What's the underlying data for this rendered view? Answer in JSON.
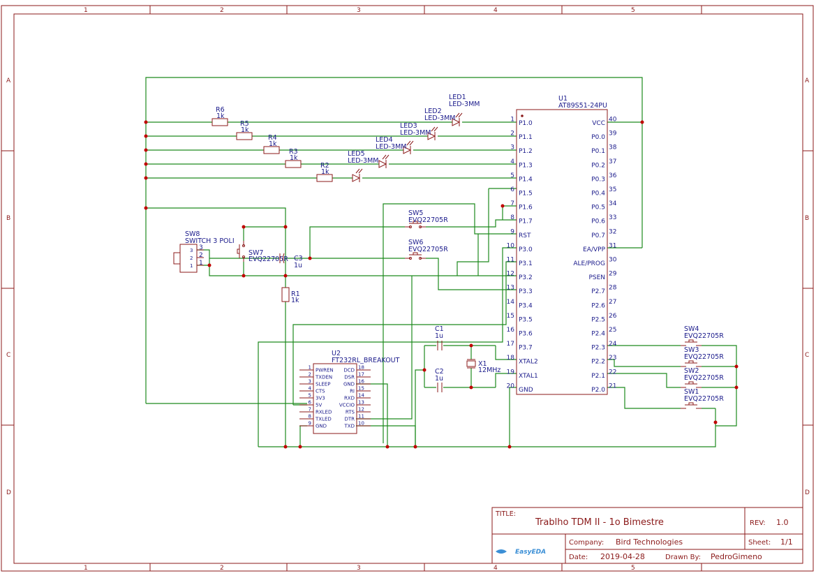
{
  "frame": {
    "columns": [
      "1",
      "2",
      "3",
      "4",
      "5"
    ],
    "rows": [
      "A",
      "B",
      "C",
      "D"
    ]
  },
  "title_block": {
    "title_label": "TITLE:",
    "title": "Trablho TDM II - 1o Bimestre",
    "rev_label": "REV:",
    "rev": "1.0",
    "company_label": "Company:",
    "company": "Bird Technologies",
    "sheet_label": "Sheet:",
    "sheet": "1/1",
    "date_label": "Date:",
    "date": "2019-04-28",
    "drawn_label": "Drawn By:",
    "drawn_by": "PedroGimeno",
    "logo": "EasyEDA"
  },
  "u1": {
    "ref": "U1",
    "part": "AT89S51-24PU",
    "left_pins": [
      {
        "num": "1",
        "name": "P1.0"
      },
      {
        "num": "2",
        "name": "P1.1"
      },
      {
        "num": "3",
        "name": "P1.2"
      },
      {
        "num": "4",
        "name": "P1.3"
      },
      {
        "num": "5",
        "name": "P1.4"
      },
      {
        "num": "6",
        "name": "P1.5"
      },
      {
        "num": "7",
        "name": "P1.6"
      },
      {
        "num": "8",
        "name": "P1.7"
      },
      {
        "num": "9",
        "name": "RST"
      },
      {
        "num": "10",
        "name": "P3.0"
      },
      {
        "num": "11",
        "name": "P3.1"
      },
      {
        "num": "12",
        "name": "P3.2"
      },
      {
        "num": "13",
        "name": "P3.3"
      },
      {
        "num": "14",
        "name": "P3.4"
      },
      {
        "num": "15",
        "name": "P3.5"
      },
      {
        "num": "16",
        "name": "P3.6"
      },
      {
        "num": "17",
        "name": "P3.7"
      },
      {
        "num": "18",
        "name": "XTAL2"
      },
      {
        "num": "19",
        "name": "XTAL1"
      },
      {
        "num": "20",
        "name": "GND"
      }
    ],
    "right_pins": [
      {
        "num": "40",
        "name": "VCC"
      },
      {
        "num": "39",
        "name": "P0.0"
      },
      {
        "num": "38",
        "name": "P0.1"
      },
      {
        "num": "37",
        "name": "P0.2"
      },
      {
        "num": "36",
        "name": "P0.3"
      },
      {
        "num": "35",
        "name": "P0.4"
      },
      {
        "num": "34",
        "name": "P0.5"
      },
      {
        "num": "33",
        "name": "P0.6"
      },
      {
        "num": "32",
        "name": "P0.7"
      },
      {
        "num": "31",
        "name": "EA/VPP"
      },
      {
        "num": "30",
        "name": "ALE/PROG"
      },
      {
        "num": "29",
        "name": "PSEN"
      },
      {
        "num": "28",
        "name": "P2.7"
      },
      {
        "num": "27",
        "name": "P2.6"
      },
      {
        "num": "26",
        "name": "P2.5"
      },
      {
        "num": "25",
        "name": "P2.4"
      },
      {
        "num": "24",
        "name": "P2.3"
      },
      {
        "num": "23",
        "name": "P2.2"
      },
      {
        "num": "22",
        "name": "P2.1"
      },
      {
        "num": "21",
        "name": "P2.0"
      }
    ]
  },
  "u2": {
    "ref": "U2",
    "part": "FT232RL_BREAKOUT",
    "left_pins": [
      {
        "num": "1",
        "name": "PWREN"
      },
      {
        "num": "2",
        "name": "TXDEN"
      },
      {
        "num": "3",
        "name": "SLEEP"
      },
      {
        "num": "4",
        "name": "CTS"
      },
      {
        "num": "5",
        "name": "3V3"
      },
      {
        "num": "6",
        "name": "5V"
      },
      {
        "num": "7",
        "name": "RXLED"
      },
      {
        "num": "8",
        "name": "TXLED"
      },
      {
        "num": "9",
        "name": "GND"
      }
    ],
    "right_pins": [
      {
        "num": "18",
        "name": "DCD"
      },
      {
        "num": "17",
        "name": "DSR"
      },
      {
        "num": "16",
        "name": "GND"
      },
      {
        "num": "15",
        "name": "RI"
      },
      {
        "num": "14",
        "name": "RXD"
      },
      {
        "num": "13",
        "name": "VCCIO"
      },
      {
        "num": "12",
        "name": "RTS"
      },
      {
        "num": "11",
        "name": "DTR"
      },
      {
        "num": "10",
        "name": "TXD"
      }
    ]
  },
  "resistors": [
    {
      "ref": "R6",
      "value": "1k"
    },
    {
      "ref": "R5",
      "value": "1k"
    },
    {
      "ref": "R4",
      "value": "1k"
    },
    {
      "ref": "R3",
      "value": "1k"
    },
    {
      "ref": "R2",
      "value": "1k"
    },
    {
      "ref": "R1",
      "value": "1k"
    }
  ],
  "leds": [
    {
      "ref": "LED1",
      "value": "LED-3MM"
    },
    {
      "ref": "LED2",
      "value": "LED-3MM"
    },
    {
      "ref": "LED3",
      "value": "LED-3MM"
    },
    {
      "ref": "LED4",
      "value": "LED-3MM"
    },
    {
      "ref": "LED5",
      "value": "LED-3MM"
    }
  ],
  "switches": [
    {
      "ref": "SW5",
      "value": "EVQ22705R"
    },
    {
      "ref": "SW6",
      "value": "EVQ22705R"
    },
    {
      "ref": "SW7",
      "value": "EVQ22705R"
    },
    {
      "ref": "SW4",
      "value": "EVQ22705R"
    },
    {
      "ref": "SW3",
      "value": "EVQ22705R"
    },
    {
      "ref": "SW2",
      "value": "EVQ22705R"
    },
    {
      "ref": "SW1",
      "value": "EVQ22705R"
    }
  ],
  "sw8": {
    "ref": "SW8",
    "value": "SWITCH 3 POLI",
    "pins": [
      "3",
      "2",
      "1"
    ]
  },
  "caps": [
    {
      "ref": "C1",
      "value": "1u"
    },
    {
      "ref": "C2",
      "value": "1u"
    },
    {
      "ref": "C3",
      "value": "1u"
    }
  ],
  "crystal": {
    "ref": "X1",
    "value": "12MHz"
  }
}
